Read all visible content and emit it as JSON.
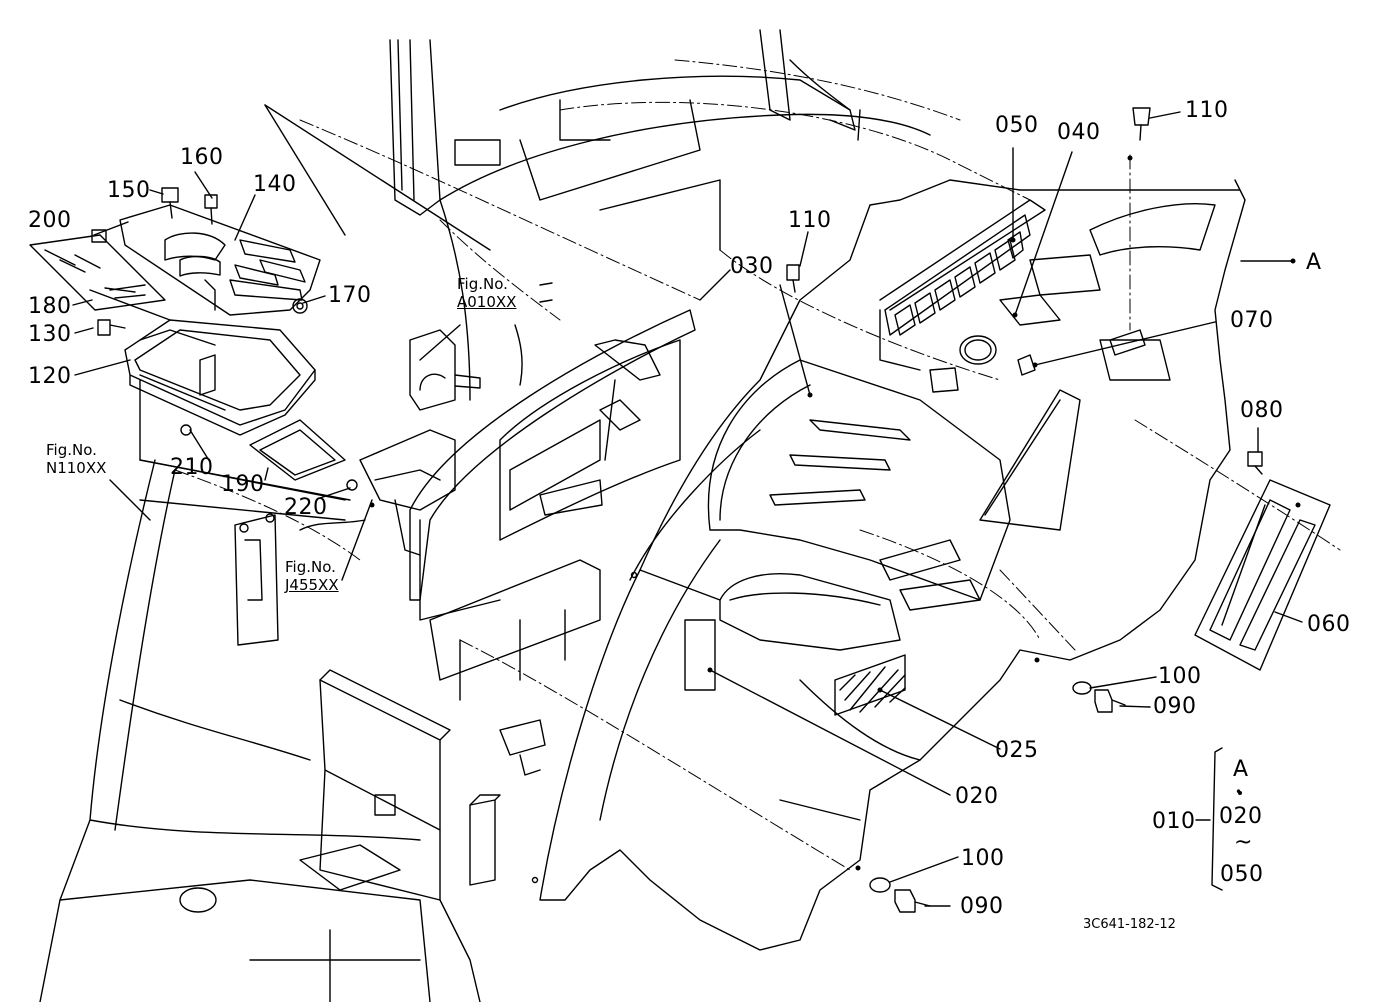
{
  "labels": {
    "p110a": "110",
    "p050": "050",
    "p040": "040",
    "p110b": "110",
    "p030": "030",
    "p070": "070",
    "p080": "080",
    "p060": "060",
    "p100a": "100",
    "p090a": "090",
    "p025": "025",
    "p020": "020",
    "p100b": "100",
    "p090b": "090",
    "p160": "160",
    "p150": "150",
    "p140": "140",
    "p200": "200",
    "p180": "180",
    "p170": "170",
    "p130": "130",
    "p120": "120",
    "p210": "210",
    "p190": "190",
    "p220": "220",
    "pA": "A"
  },
  "figrefs": {
    "a010": {
      "line1": "Fig.No.",
      "line2": "A010XX"
    },
    "n110": {
      "line1": "Fig.No.",
      "line2": "N110XX"
    },
    "j455": {
      "line1": "Fig.No.",
      "line2": "J455XX"
    }
  },
  "set_note": {
    "main": "010",
    "top": "A",
    "dot": "•",
    "mid": "020",
    "tilde": "~",
    "bottom": "050"
  },
  "drawing_code": "3C641-182-12"
}
